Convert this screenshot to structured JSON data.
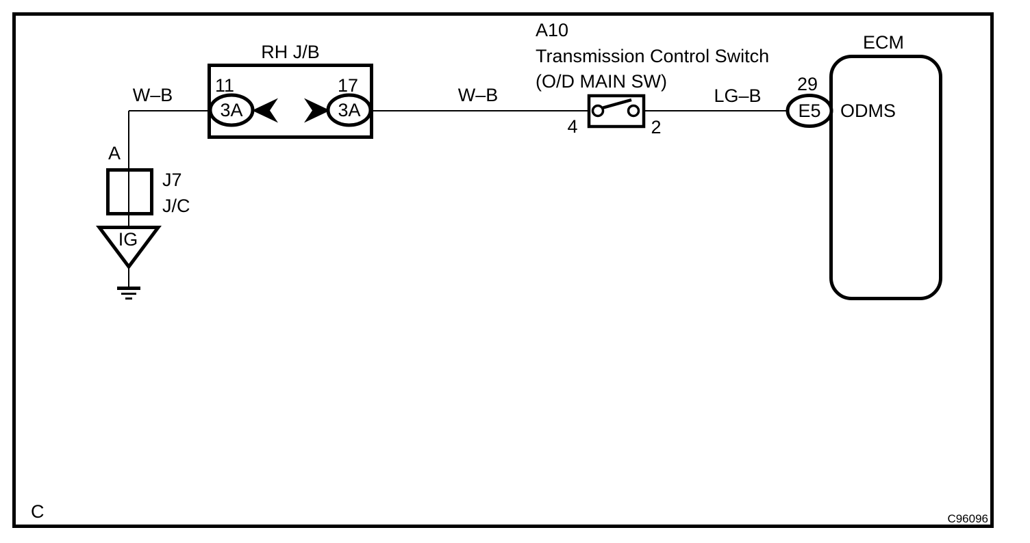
{
  "figure": {
    "footer_left": "C",
    "figure_code": "C96096"
  },
  "junction_block": {
    "title": "RH J/B",
    "left_pin": "11",
    "right_pin": "17",
    "left_connector": "3A",
    "right_connector": "3A"
  },
  "wire_labels": {
    "left": "W–B",
    "middle": "W–B",
    "right": "LG–B"
  },
  "control_switch": {
    "code": "A10",
    "name": "Transmission Control Switch",
    "alias": "(O/D MAIN SW)",
    "left_pin": "4",
    "right_pin": "2"
  },
  "ecm": {
    "title": "ECM",
    "pin": "29",
    "connector": "E5",
    "terminal": "ODMS"
  },
  "junction_connector": {
    "pin": "A",
    "code": "J7",
    "label": "J/C"
  },
  "ground": {
    "label": "IG"
  },
  "colors": {
    "line": "#000000",
    "background": "#ffffff"
  }
}
